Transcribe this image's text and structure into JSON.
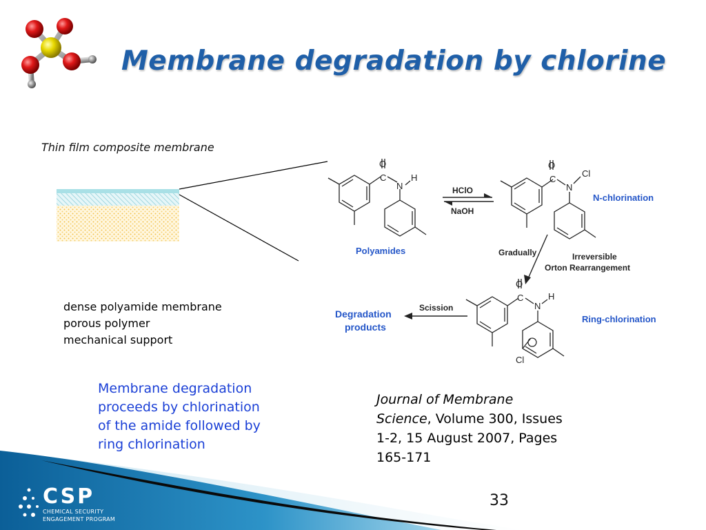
{
  "slide": {
    "title": "Membrane degradation by chlorine",
    "page_number": "33"
  },
  "membrane": {
    "caption": "Thin film composite membrane",
    "layers": [
      "dense polyamide membrane",
      "porous polymer",
      "mechanical support"
    ]
  },
  "summary": {
    "line1": "Membrane degradation",
    "line2": "proceeds by chlorination",
    "line3": "of the amide followed by",
    "line4": "ring chlorination"
  },
  "reference": {
    "journal_line1": "Journal of Membrane",
    "journal_line2": "Science",
    "details_part1": ", Volume 300, Issues",
    "details_part2": "1-2, 15 August 2007, Pages",
    "details_part3": "165-171"
  },
  "scheme": {
    "polyamides_label": "Polyamides",
    "forward_reagent": "HClO",
    "reverse_reagent": "NaOH",
    "n_chlorination_label": "N-chlorination",
    "gradually_label": "Gradually",
    "irreversible_label": "Irreversible",
    "orton_label": "Orton Rearrangement",
    "scission_label": "Scission",
    "degradation_line1": "Degradation",
    "degradation_line2": "products",
    "ring_chlorination_label": "Ring-chlorination",
    "atom_o": "O",
    "atom_c": "C",
    "atom_n": "N",
    "atom_h": "H",
    "atom_cl": "Cl"
  },
  "footer": {
    "logo_letters": "CSP",
    "logo_sub1": "CHEMICAL SECURITY",
    "logo_sub2": "ENGAGEMENT PROGRAM"
  },
  "colors": {
    "title": "#1f5fa8",
    "summary_text": "#1a3fd6",
    "scheme_label": "#2456c8",
    "footer_blue": "#0d6fae"
  }
}
